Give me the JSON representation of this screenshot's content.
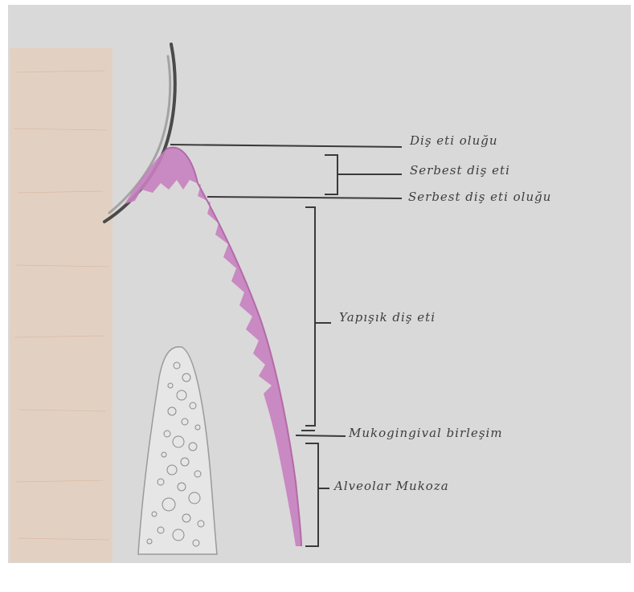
{
  "labels": {
    "gingival_sulcus": "Diş eti oluğu",
    "free_gingiva": "Serbest diş eti",
    "free_gingival_groove": "Serbest diş eti oluğu",
    "attached_gingiva": "Yapışık diş eti",
    "mucogingival_junction": "Mukogingival birleşim",
    "alveolar_mucosa": "Alveolar Mukoza"
  },
  "colors": {
    "paper": "#d9d9d9",
    "background": "#ffffff",
    "tissue": "#c77fbf",
    "tissue_light": "#dcb0d4",
    "tooth_edge": "#4a4a4a",
    "bone_outline": "#9a9a9a",
    "side_band": "#e6d2c2",
    "pencil": "#3a3a3a"
  }
}
